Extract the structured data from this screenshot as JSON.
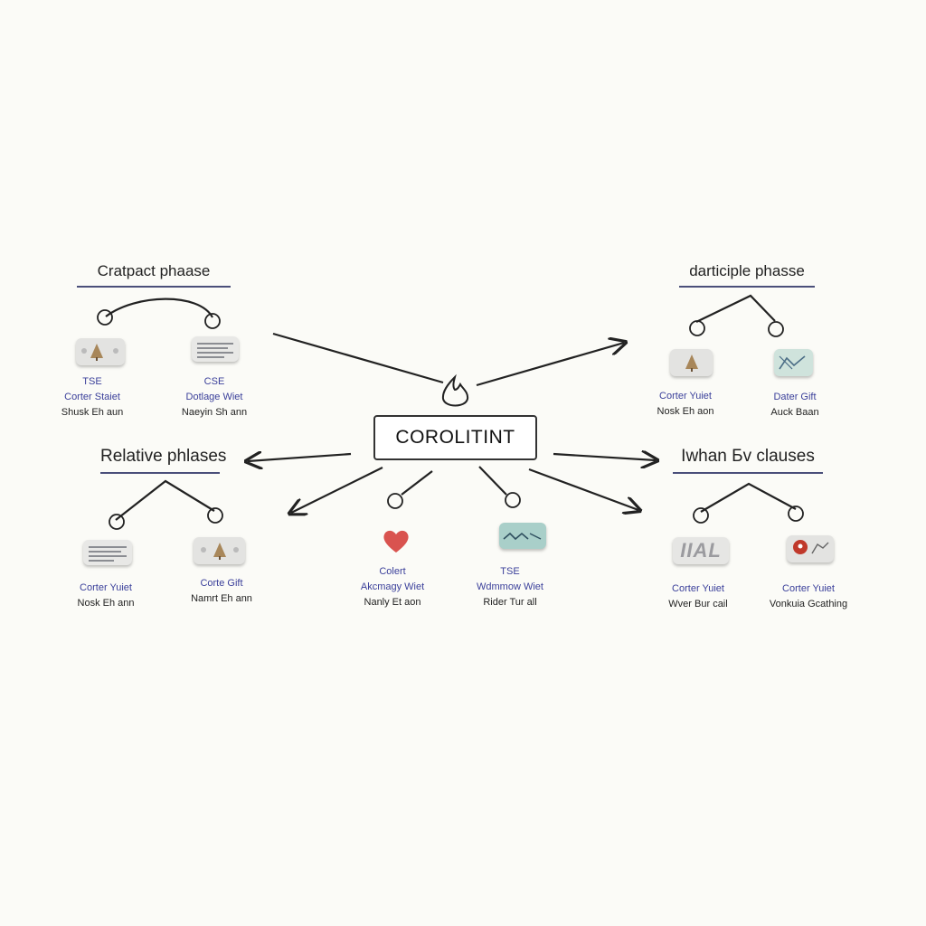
{
  "center": {
    "label": "COROLITINT"
  },
  "groups": {
    "top_left": {
      "title": "Cratpact phaase"
    },
    "top_right": {
      "title": "darticiple phasse"
    },
    "mid_left": {
      "title": "Relative phlases"
    },
    "mid_right": {
      "title": "Iwhan Бv clauses"
    }
  },
  "items": {
    "tl1": {
      "tag": "TSE",
      "line1": "Corter Staiet",
      "line2": "Shusk  Eh aun",
      "icon": "tree-card-icon"
    },
    "tl2": {
      "tag": "CSE",
      "line1": "Dotlage Wiet",
      "line2": "Naeyin  Sh ann",
      "icon": "text-lines-card-icon"
    },
    "tr1": {
      "tag": "",
      "line1": "Corter Yuiet",
      "line2": "Nosk  Eh aon",
      "icon": "tree-card-icon"
    },
    "tr2": {
      "tag": "",
      "line1": "Dater Gift",
      "line2": "Auck  Baan",
      "icon": "chart-card-icon"
    },
    "ml1": {
      "tag": "",
      "line1": "Corter Yuiet",
      "line2": "Nosk  Eh ann",
      "icon": "text-lines-card-icon"
    },
    "ml2": {
      "tag": "",
      "line1": "Corte Gift",
      "line2": "Namrt  Eh ann",
      "icon": "tree-card-icon"
    },
    "c1": {
      "tag": "Colert",
      "line1": "Akcmagy Wiet",
      "line2": "Nanly  Et aon",
      "icon": "heart-icon"
    },
    "c2": {
      "tag": "TSE",
      "line1": "Wdmmow Wiet",
      "line2": "Rider  Tur all",
      "icon": "wave-card-icon"
    },
    "mr1": {
      "tag": "",
      "line1": "Corter Yuiet",
      "line2": "Wver  Bur cail",
      "icon": "letters-card-icon"
    },
    "mr2": {
      "tag": "",
      "line1": "Corter Yuiet",
      "line2": "Vonkuia  Gcathing",
      "icon": "pin-card-icon"
    }
  },
  "cards": {
    "letters_text": "IIAL"
  },
  "colors": {
    "accent": "#4a4f7a",
    "caption": "#3a3f9a",
    "heart": "#d9534f",
    "pin": "#c0392b",
    "teal": "#8fbfb8"
  }
}
